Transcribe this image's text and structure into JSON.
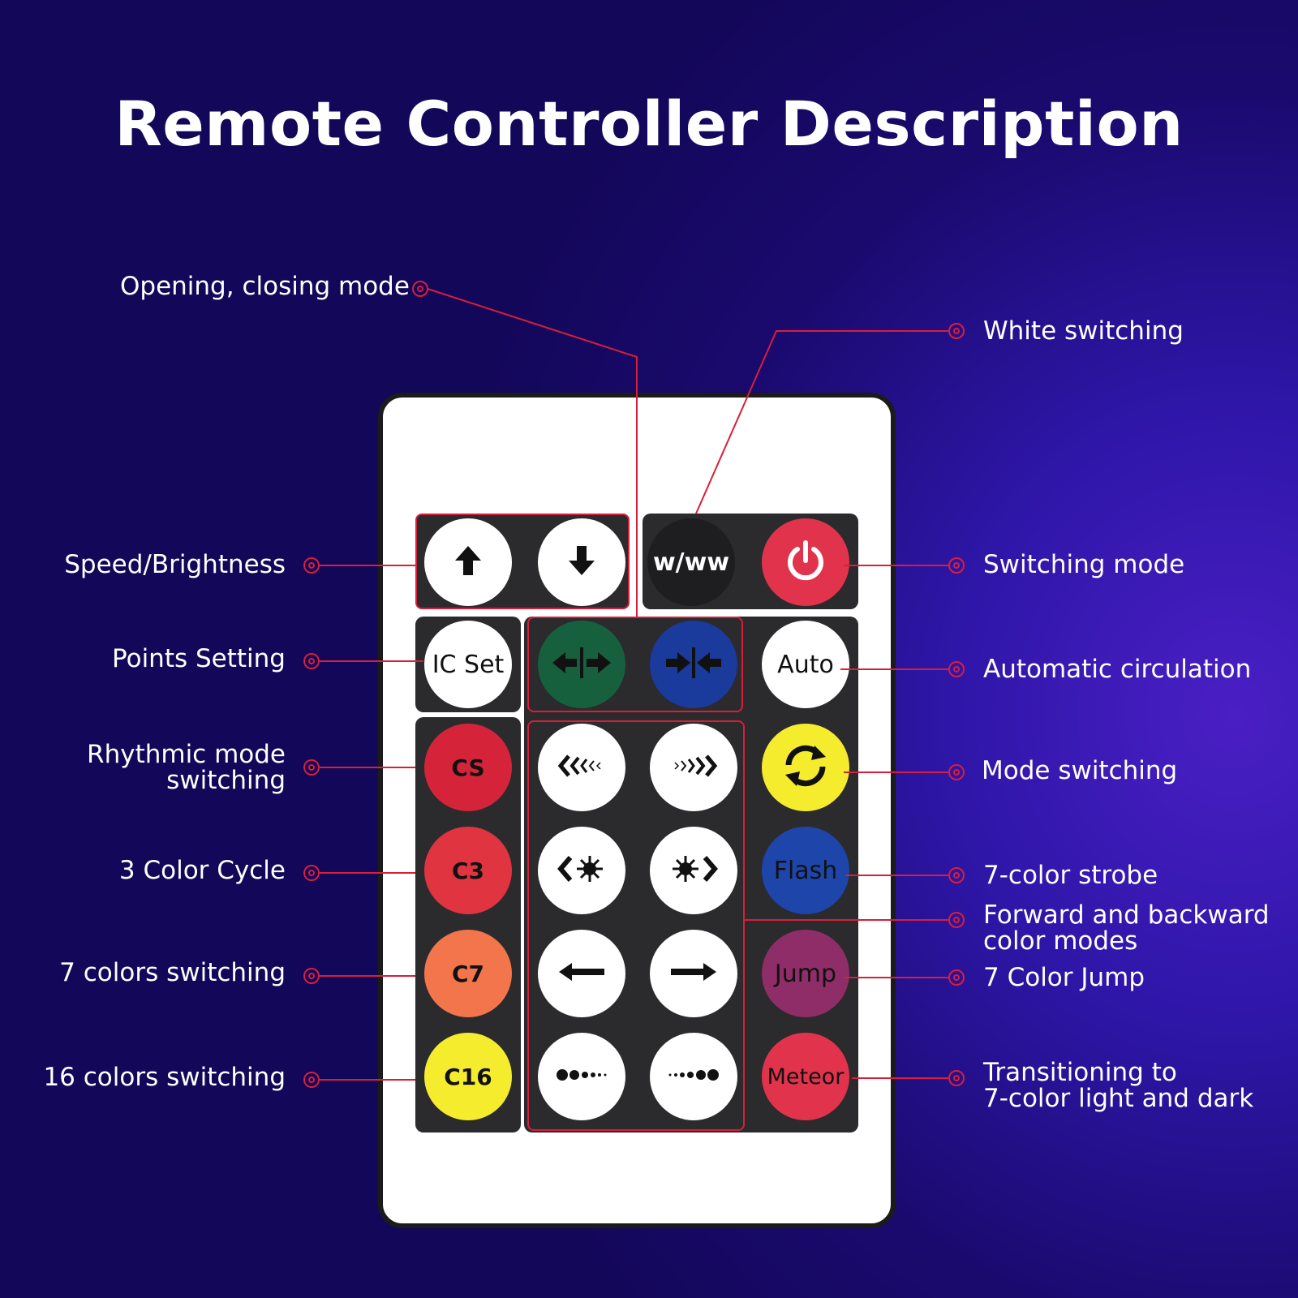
{
  "title": "Remote Controller Description",
  "colors": {
    "line": "#d81e3a",
    "panel": "#2b2a2d"
  },
  "buttons": {
    "up": {
      "icon": "arrow-up-icon"
    },
    "down": {
      "icon": "arrow-down-icon"
    },
    "www": {
      "label": "w/ww",
      "color": "#1e1d1f"
    },
    "power": {
      "icon": "power-icon",
      "color": "#e2334d"
    },
    "icset": {
      "label": "IC Set"
    },
    "open": {
      "icon": "open-arrows-icon",
      "color": "#17603e"
    },
    "close": {
      "icon": "close-arrows-icon",
      "color": "#1a3a9c"
    },
    "auto": {
      "label": "Auto"
    },
    "cs": {
      "label": "CS",
      "color": "#d5243a"
    },
    "c3": {
      "label": "C3",
      "color": "#e03440"
    },
    "c7": {
      "label": "C7",
      "color": "#f3754c"
    },
    "c16": {
      "label": "C16",
      "color": "#f6ec2e"
    },
    "cycle": {
      "icon": "cycle-icon",
      "color": "#f6ec2e"
    },
    "flash": {
      "label": "Flash",
      "color": "#1d45aa"
    },
    "jump": {
      "label": "Jump",
      "color": "#8e2d67"
    },
    "meteor": {
      "label": "Meteor",
      "color": "#e2334d"
    },
    "slow_left": {
      "icon": "chevrons-left-icon"
    },
    "fast_right": {
      "icon": "chevrons-right-icon"
    },
    "star_left": {
      "icon": "sparkle-left-icon"
    },
    "star_right": {
      "icon": "sparkle-right-icon"
    },
    "arrow_left": {
      "icon": "arrow-left-icon"
    },
    "arrow_right": {
      "icon": "arrow-right-icon"
    },
    "dots_left": {
      "icon": "dots-left-icon"
    },
    "dots_right": {
      "icon": "dots-right-icon"
    }
  },
  "labels": {
    "opening": "Opening, closing mode",
    "speed": "Speed/Brightness",
    "points": "Points Setting",
    "rhythmic_1": "Rhythmic mode",
    "rhythmic_2": "switching",
    "c3": "3 Color Cycle",
    "c7": "7 colors switching",
    "c16": "16 colors switching",
    "white": "White switching",
    "switching": "Switching mode",
    "auto": "Automatic circulation",
    "mode": "Mode switching",
    "strobe": "7-color strobe",
    "forward_1": "Forward and backward",
    "forward_2": "color modes",
    "jump": "7 Color Jump",
    "transition_1": "Transitioning to",
    "transition_2": "7-color light and dark"
  }
}
